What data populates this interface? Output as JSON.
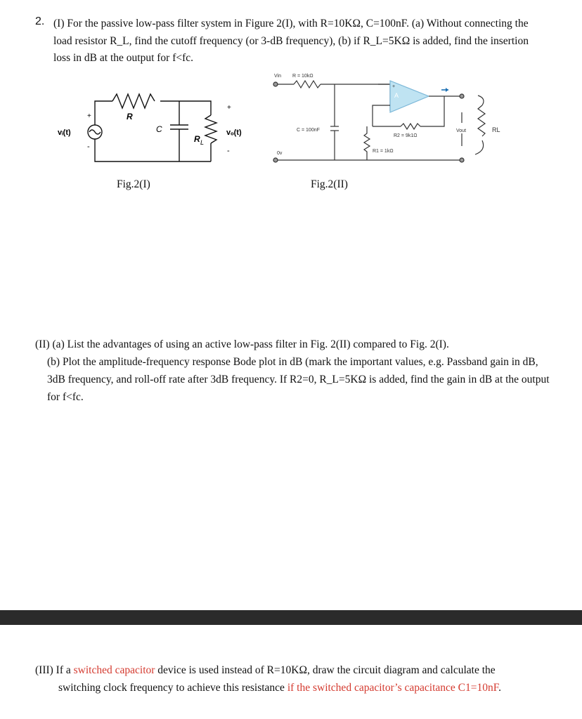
{
  "question_number": "2.",
  "part1": {
    "text": "(I) For the passive low-pass filter system in Figure 2(I), with R=10KΩ, C=100nF. (a) Without connecting the load resistor R_L, find the cutoff frequency (or 3-dB frequency), (b) if R_L=5KΩ is added, find the insertion loss in dB at the output for f<fc."
  },
  "fig1": {
    "caption": "Fig.2(I)",
    "labels": {
      "source": "vᵢ(t)",
      "r": "R",
      "c": "C",
      "rl": "R",
      "rl_sub": "L",
      "vo": "vₒ(t)",
      "plus": "+",
      "minus": "-"
    }
  },
  "fig2": {
    "caption": "Fig.2(II)",
    "labels": {
      "vin": "Vin",
      "r": "R = 10kΩ",
      "c": "C = 100nF",
      "ov": "0v",
      "amp": "A",
      "plus": "+",
      "r2": "R2 = 9k1Ω",
      "r1": "R1 = 1kΩ",
      "vout": "Vout",
      "rl": "RL"
    }
  },
  "part2": {
    "line1": "(II) (a) List the advantages of using an active low-pass filter in Fig. 2(II) compared to Fig. 2(I).",
    "line2": "(b) Plot the amplitude-frequency response Bode plot in dB (mark the important values, e.g. Passband gain in dB, 3dB frequency, and roll-off rate after 3dB frequency. If R2=0, R_L=5KΩ is added, find the gain in dB at the output for f<fc."
  },
  "part3": {
    "pre": "(III) If a ",
    "red1": "switched capacitor",
    "mid": " device is used instead of R=10KΩ, draw the circuit diagram and calculate the",
    "line2_pre": "switching clock frequency to achieve this resistance ",
    "red2": "if the switched capacitor’s capacitance C1=10nF",
    "end": "."
  },
  "colors": {
    "highlight": "#d43a2f",
    "bar": "#2b2b2b"
  }
}
